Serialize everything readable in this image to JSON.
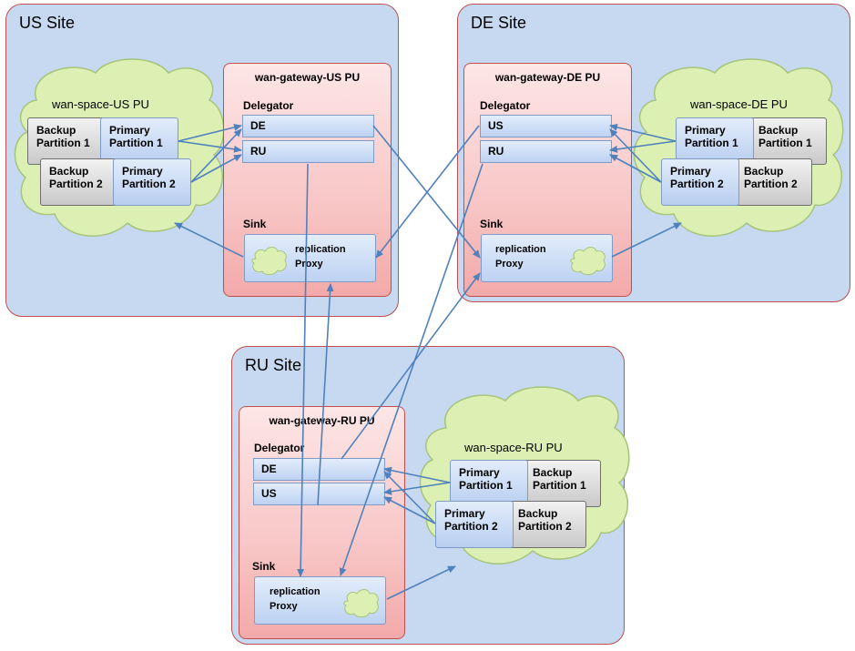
{
  "sites": [
    {
      "id": "us",
      "title": "US Site",
      "space_label": "wan-space-US PU",
      "gateway_title": "wan-gateway-US PU",
      "delegator_label": "Delegator",
      "delegator_targets": [
        "DE",
        "RU"
      ],
      "sink_label": "Sink",
      "proxy_label": [
        "replication",
        "Proxy"
      ],
      "partitions": [
        {
          "backup": "Backup Partition 1",
          "primary": "Primary Partition 1"
        },
        {
          "backup": "Backup Partition 2",
          "primary": "Primary Partition 2"
        }
      ]
    },
    {
      "id": "de",
      "title": "DE Site",
      "space_label": "wan-space-DE PU",
      "gateway_title": "wan-gateway-DE PU",
      "delegator_label": "Delegator",
      "delegator_targets": [
        "US",
        "RU"
      ],
      "sink_label": "Sink",
      "proxy_label": [
        "replication",
        "Proxy"
      ],
      "partitions": [
        {
          "primary": "Primary Partition 1",
          "backup": "Backup Partition 1"
        },
        {
          "primary": "Primary Partition 2",
          "backup": "Backup Partition 2"
        }
      ]
    },
    {
      "id": "ru",
      "title": "RU Site",
      "space_label": "wan-space-RU PU",
      "gateway_title": "wan-gateway-RU PU",
      "delegator_label": "Delegator",
      "delegator_targets": [
        "DE",
        "US"
      ],
      "sink_label": "Sink",
      "proxy_label": [
        "replication",
        "Proxy"
      ],
      "partitions": [
        {
          "primary": "Primary Partition 1",
          "backup": "Backup Partition 1"
        },
        {
          "primary": "Primary Partition 2",
          "backup": "Backup Partition 2"
        }
      ]
    }
  ],
  "colors": {
    "site_fill": "#c6d9f1",
    "site_border": "#c0504d",
    "gateway_fill": "#f8c6c6",
    "cloud_fill": "#dcf0b4",
    "cloud_border": "#a6c47a",
    "arrow": "#4f81bd"
  }
}
